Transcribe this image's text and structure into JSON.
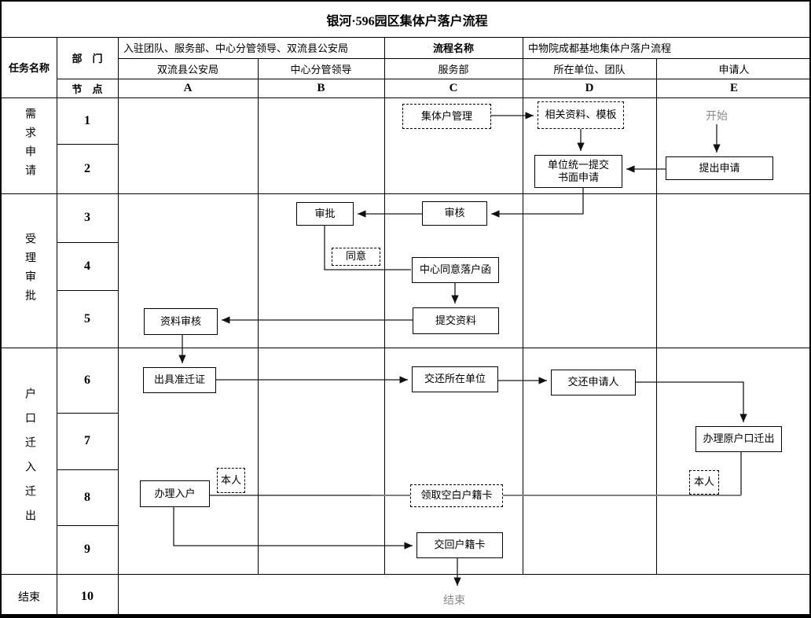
{
  "title": "银河·596园区集体户落户流程",
  "header": {
    "task_name": "任务名称",
    "department": "部　门",
    "node": "节　点",
    "departments_involved": "入驻团队、服务部、中心分管领导、双流县公安局",
    "process_name_label": "流程名称",
    "process_name": "中物院成都基地集体户落户流程",
    "lanes": [
      {
        "name": "双流县公安局",
        "letter": "A"
      },
      {
        "name": "中心分管领导",
        "letter": "B"
      },
      {
        "name": "服务部",
        "letter": "C"
      },
      {
        "name": "所在单位、团队",
        "letter": "D"
      },
      {
        "name": "申请人",
        "letter": "E"
      }
    ]
  },
  "phases": [
    {
      "label": "需求申请"
    },
    {
      "label": "受理审批"
    },
    {
      "label": "户口迁入迁出"
    },
    {
      "label": "结束"
    }
  ],
  "node_numbers": [
    "1",
    "2",
    "3",
    "4",
    "5",
    "6",
    "7",
    "8",
    "9",
    "10"
  ],
  "nodes": {
    "collective_household_management": "集体户管理",
    "related_materials_template": "相关资料、模板",
    "start": "开始",
    "submit_application": "提出申请",
    "unit_written_application": "单位统一提交\n书面申请",
    "approval": "审批",
    "review": "审核",
    "agree": "同意",
    "center_consent_letter": "中心同意落户函",
    "submit_materials": "提交资料",
    "material_review": "资料审核",
    "issue_migration_permit": "出具准迁证",
    "return_to_unit": "交还所在单位",
    "return_to_applicant": "交还申请人",
    "handle_original_moveout": "办理原户口迁出",
    "in_person_right": "本人",
    "handle_registration": "办理入户",
    "in_person_left": "本人",
    "collect_blank_card": "领取空白户籍卡",
    "return_card": "交回户籍卡",
    "end": "结束"
  },
  "colors": {
    "line": "#1a1a1a",
    "muted_text": "#8a8a8a",
    "connector_gray": "#808080",
    "background": "#ffffff",
    "border": "#000000"
  }
}
